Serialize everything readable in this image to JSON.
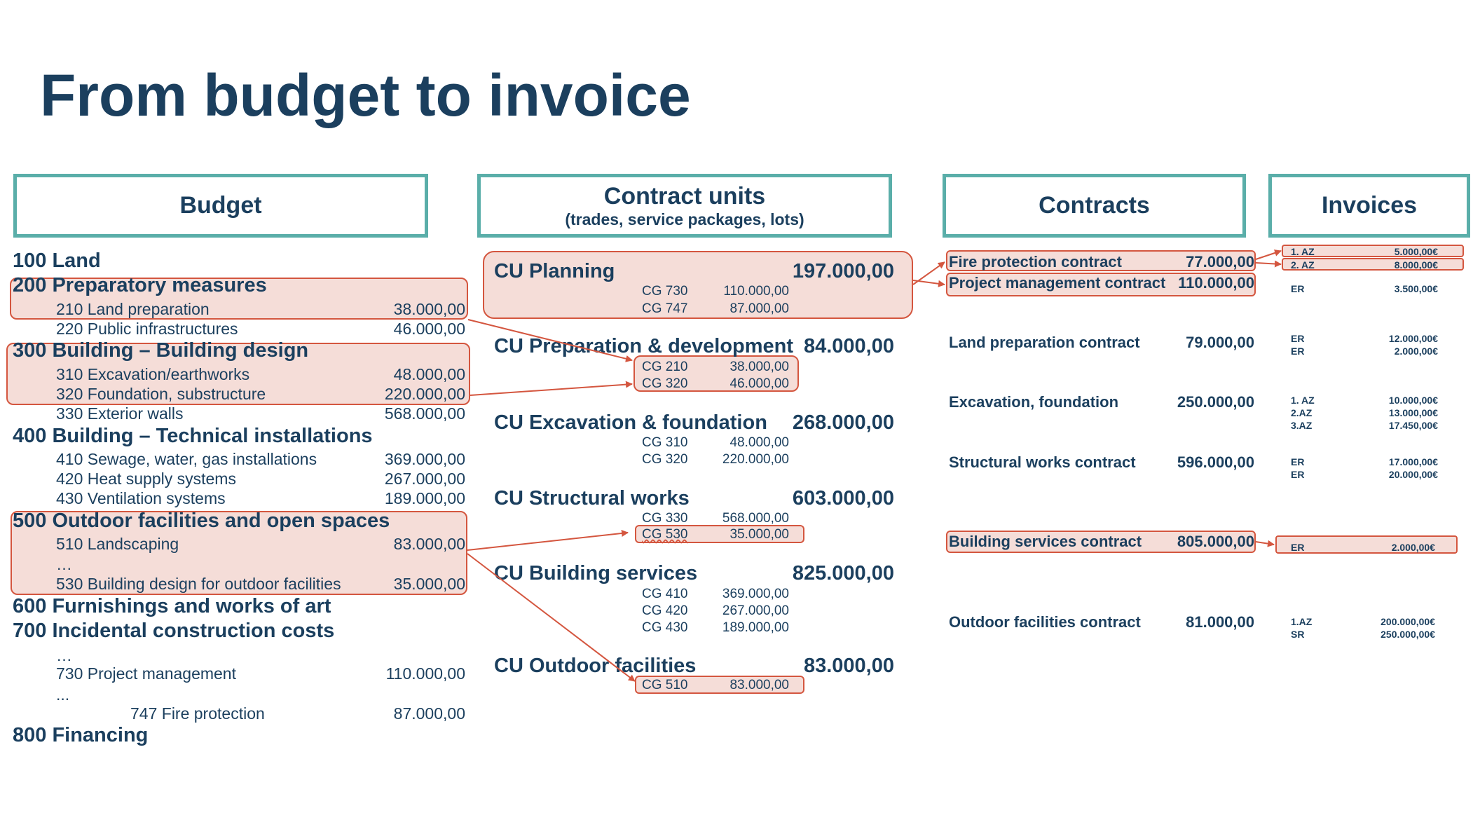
{
  "title": "From budget to invoice",
  "colors": {
    "title": "#1b3f5e",
    "header_border": "#5aaea9",
    "highlight_fill": "#f5ddd8",
    "highlight_stroke": "#d4563f"
  },
  "headers": {
    "budget": "Budget",
    "contract_units": "Contract units",
    "contract_units_sub": "(trades, service packages, lots)",
    "contracts": "Contracts",
    "invoices": "Invoices"
  },
  "budget": [
    {
      "label": "100 Land",
      "level": 1,
      "amount": ""
    },
    {
      "label": "200 Preparatory measures",
      "level": 1,
      "amount": ""
    },
    {
      "label": "210 Land preparation",
      "level": 2,
      "amount": "38.000,00"
    },
    {
      "label": "220 Public infrastructures",
      "level": 2,
      "amount": "46.000,00"
    },
    {
      "label": "300 Building – Building design",
      "level": 1,
      "amount": ""
    },
    {
      "label": "310 Excavation/earthworks",
      "level": 2,
      "amount": "48.000,00"
    },
    {
      "label": "320 Foundation, substructure",
      "level": 2,
      "amount": "220.000,00"
    },
    {
      "label": "330 Exterior walls",
      "level": 2,
      "amount": "568.000,00"
    },
    {
      "label": "400 Building – Technical installations",
      "level": 1,
      "amount": ""
    },
    {
      "label": "410 Sewage, water, gas installations",
      "level": 2,
      "amount": "369.000,00"
    },
    {
      "label": "420 Heat supply systems",
      "level": 2,
      "amount": "267.000,00"
    },
    {
      "label": "430 Ventilation systems",
      "level": 2,
      "amount": "189.000,00"
    },
    {
      "label": "500 Outdoor facilities and open spaces",
      "level": 1,
      "amount": ""
    },
    {
      "label": "510 Landscaping",
      "level": 2,
      "amount": "83.000,00"
    },
    {
      "label": "…",
      "level": 2,
      "amount": ""
    },
    {
      "label": "530 Building design for outdoor facilities",
      "level": 2,
      "amount": "35.000,00"
    },
    {
      "label": "600 Furnishings and works of art",
      "level": 1,
      "amount": ""
    },
    {
      "label": "700 Incidental construction costs",
      "level": 1,
      "amount": ""
    },
    {
      "label": "…",
      "level": 2,
      "amount": ""
    },
    {
      "label": "730 Project management",
      "level": 2,
      "amount": "110.000,00"
    },
    {
      "label": "...",
      "level": 2,
      "amount": ""
    },
    {
      "label": "747 Fire protection",
      "level": 3,
      "amount": "87.000,00"
    },
    {
      "label": "800 Financing",
      "level": 1,
      "amount": ""
    }
  ],
  "contract_units": [
    {
      "name": "CU Planning",
      "amount": "197.000,00",
      "items": [
        {
          "cg": "CG 730",
          "amount": "110.000,00"
        },
        {
          "cg": "CG 747",
          "amount": "87.000,00"
        }
      ]
    },
    {
      "name": "CU Preparation & development",
      "amount": "84.000,00",
      "items": [
        {
          "cg": "CG 210",
          "amount": "38.000,00"
        },
        {
          "cg": "CG 320",
          "amount": "46.000,00"
        }
      ]
    },
    {
      "name": "CU Excavation & foundation",
      "amount": "268.000,00",
      "items": [
        {
          "cg": "CG  310",
          "amount": "48.000,00"
        },
        {
          "cg": "CG 320",
          "amount": "220.000,00"
        }
      ]
    },
    {
      "name": "CU Structural works",
      "amount": "603.000,00",
      "items": [
        {
          "cg": "CG 330",
          "amount": "568.000,00"
        },
        {
          "cg": "CG 530",
          "amount": "35.000,00"
        }
      ]
    },
    {
      "name": "CU Building services",
      "amount": "825.000,00",
      "items": [
        {
          "cg": "CG 410",
          "amount": "369.000,00"
        },
        {
          "cg": "CG 420",
          "amount": "267.000,00"
        },
        {
          "cg": "CG 430",
          "amount": "189.000,00"
        }
      ]
    },
    {
      "name": "CU Outdoor facilities",
      "amount": "83.000,00",
      "items": [
        {
          "cg": "CG 510",
          "amount": "83.000,00"
        }
      ]
    }
  ],
  "contracts": [
    {
      "name": "Fire protection contract",
      "amount": "77.000,00"
    },
    {
      "name": "Project management contract",
      "amount": "110.000,00"
    },
    {
      "name": "Land preparation contract",
      "amount": "79.000,00"
    },
    {
      "name": "Excavation, foundation",
      "amount": "250.000,00"
    },
    {
      "name": "Structural works contract",
      "amount": "596.000,00"
    },
    {
      "name": "Building services contract",
      "amount": "805.000,00"
    },
    {
      "name": "Outdoor facilities contract",
      "amount": "81.000,00"
    }
  ],
  "invoices": [
    [
      {
        "type": "1. AZ",
        "amount": "5.000,00€"
      },
      {
        "type": "2. AZ",
        "amount": "8.000,00€"
      }
    ],
    [
      {
        "type": "ER",
        "amount": "3.500,00€"
      }
    ],
    [
      {
        "type": "ER",
        "amount": "12.000,00€"
      },
      {
        "type": "ER",
        "amount": "2.000,00€"
      }
    ],
    [
      {
        "type": "1. AZ",
        "amount": "10.000,00€"
      },
      {
        "type": "2.AZ",
        "amount": "13.000,00€"
      },
      {
        "type": "3.AZ",
        "amount": "17.450,00€"
      }
    ],
    [
      {
        "type": "ER",
        "amount": "17.000,00€"
      },
      {
        "type": "ER",
        "amount": "20.000,00€"
      }
    ],
    [
      {
        "type": "ER",
        "amount": "2.000,00€"
      }
    ],
    [
      {
        "type": "1.AZ",
        "amount": "200.000,00€"
      },
      {
        "type": "SR",
        "amount": "250.000,00€"
      }
    ]
  ]
}
